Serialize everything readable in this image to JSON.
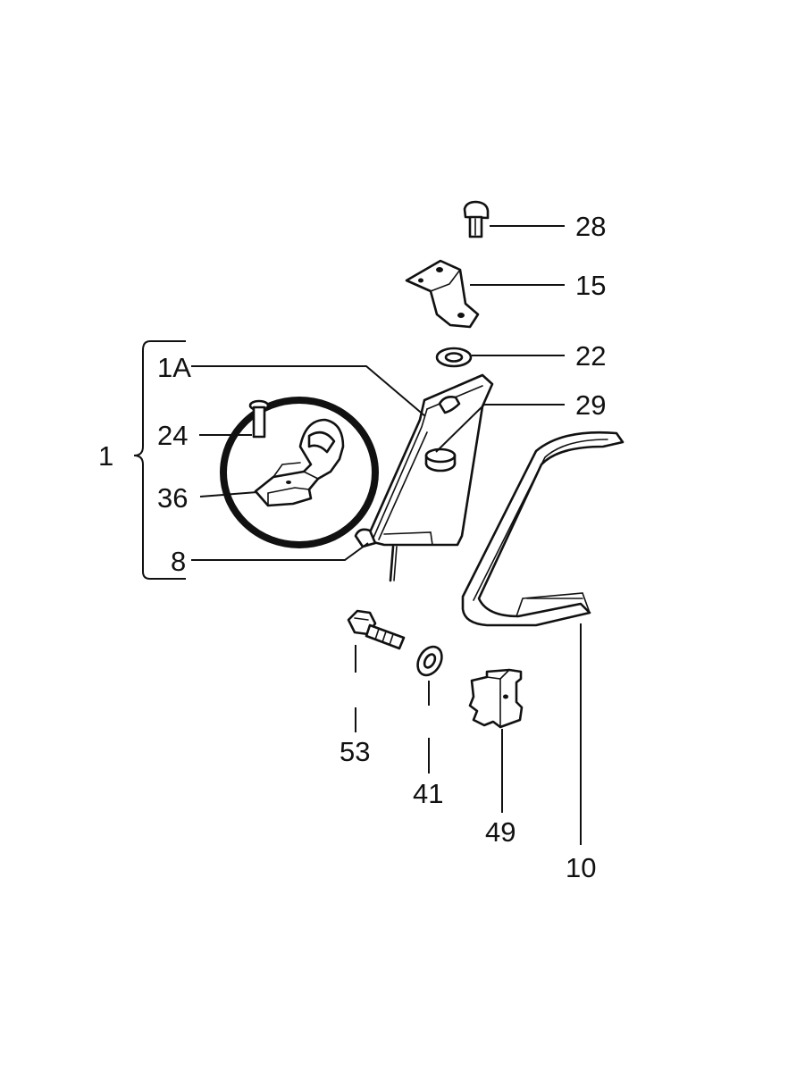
{
  "colors": {
    "ink": "#111111",
    "background": "#ffffff"
  },
  "callouts": {
    "c28": "28",
    "c15": "15",
    "c22": "22",
    "c29": "29",
    "c1a": "1A",
    "c24": "24",
    "c36": "36",
    "c8": "8",
    "c1": "1",
    "c53": "53",
    "c41": "41",
    "c49": "49",
    "c10": "10"
  }
}
